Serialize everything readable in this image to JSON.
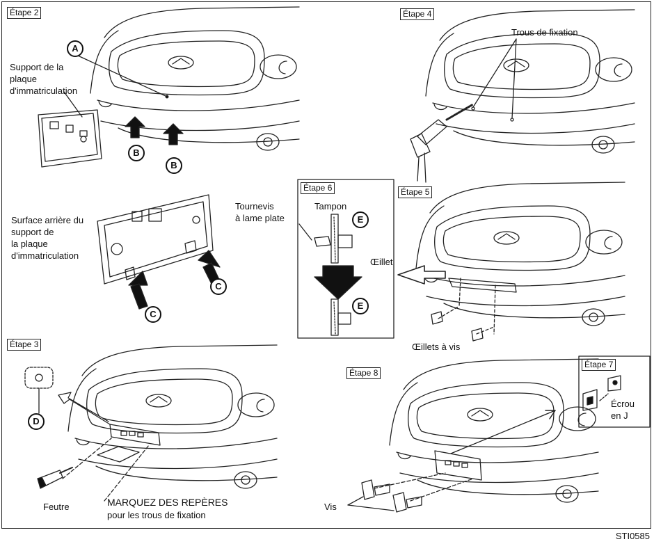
{
  "steps": {
    "s2": "Étape 2",
    "s3": "Étape 3",
    "s4": "Étape 4",
    "s5": "Étape 5",
    "s6": "Étape 6",
    "s7": "Étape 7",
    "s8": "Étape 8"
  },
  "labels": {
    "support": "Support de la\nplaque\nd'immatriculation",
    "surface": "Surface arrière du\nsupport de\nla plaque\nd'immatriculation",
    "trous": "Trous de fixation",
    "tournevis": "Tournevis\nà lame plate",
    "tampon": "Tampon",
    "oeillet": "Œillet",
    "oeillets_vis": "Œillets à vis",
    "feutre": "Feutre",
    "marquez": "MARQUEZ DES REPÈRES",
    "pour": "pour les trous de fixation",
    "ecrou": "Écrou\nen J",
    "vis": "Vis"
  },
  "callouts": {
    "a": "A",
    "b": "B",
    "c": "C",
    "d": "D",
    "e": "E"
  },
  "figure_code": "STI0585"
}
